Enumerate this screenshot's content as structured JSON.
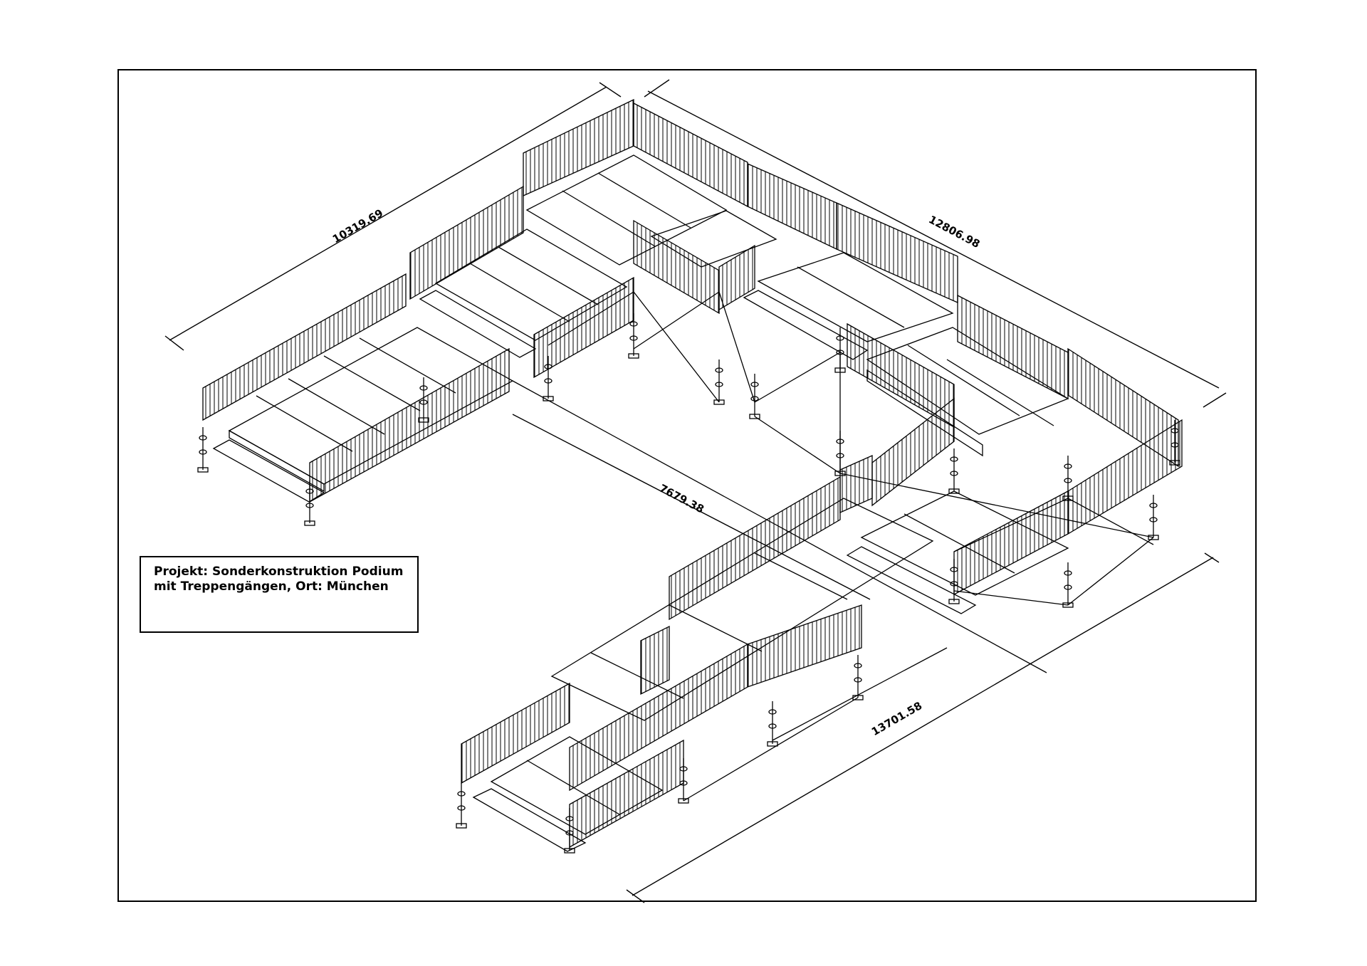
{
  "drawing": {
    "title_line_1": "Projekt: Sonderkonstruktion Podium",
    "title_line_2": "mit Treppengängen, Ort: München",
    "dimensions": {
      "left_top": "10319.69",
      "right_top": "12806.98",
      "middle": "7679.38",
      "bottom": "13701.58"
    },
    "line_color": "#000000",
    "background_color": "#ffffff"
  }
}
